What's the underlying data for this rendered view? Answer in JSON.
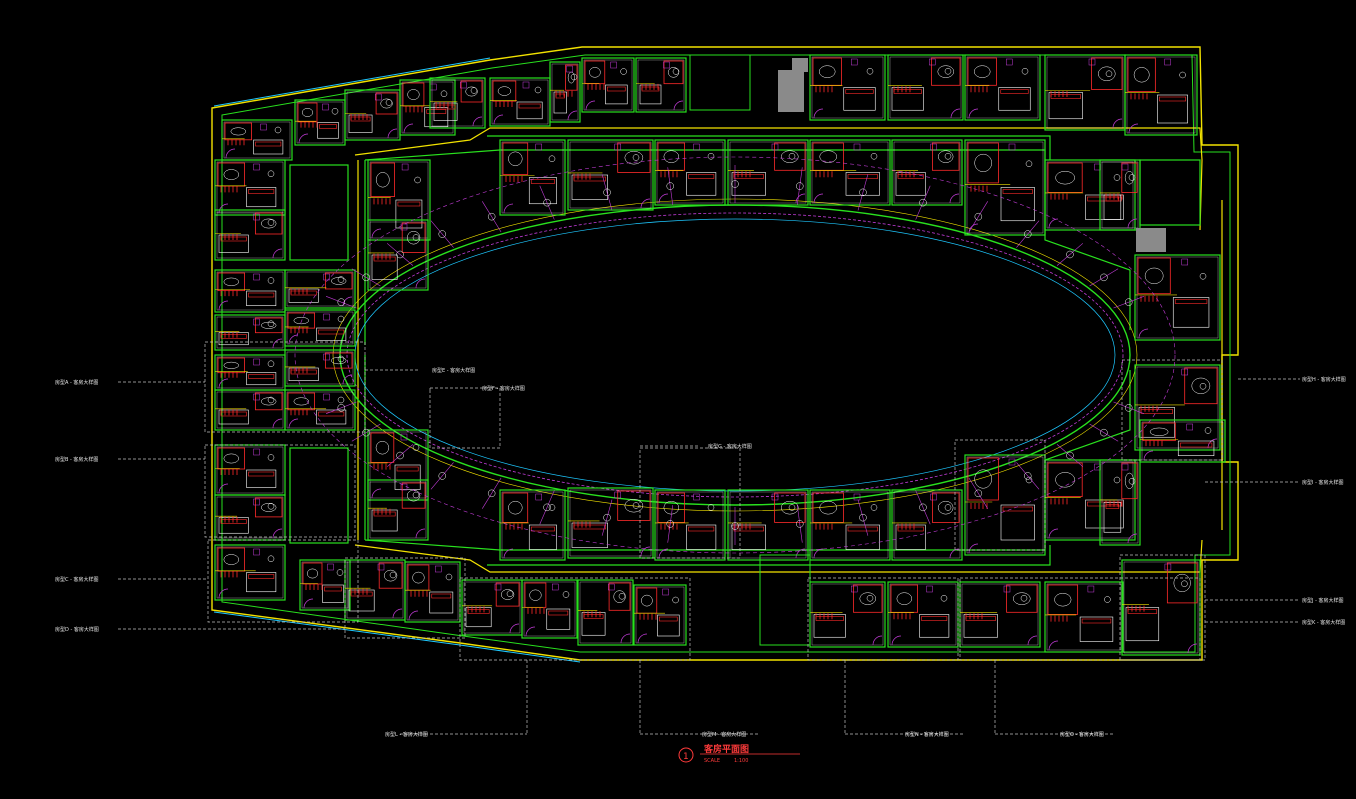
{
  "drawing": {
    "title": "客房平面图",
    "number": "1",
    "scale_label": "SCALE",
    "scale_value": "1:100"
  },
  "colors": {
    "background": "#000000",
    "wall": "#29e01e",
    "outline": "#f2e200",
    "furniture": "#ff2a2a",
    "door": "#c23cd8",
    "detail": "#ffffff",
    "glass": "#1ec8ff",
    "dash": "#bfbfbf",
    "title": "#ff3b3b"
  },
  "callouts": [
    {
      "id": "left-1",
      "text": "房型A - 客房大样图"
    },
    {
      "id": "left-2",
      "text": "房型B - 客房大样图"
    },
    {
      "id": "left-3",
      "text": "房型C - 客房大样图"
    },
    {
      "id": "left-4",
      "text": "房型D - 客房大样图"
    },
    {
      "id": "inner-1",
      "text": "房型E - 客房大样图"
    },
    {
      "id": "inner-2",
      "text": "房型F - 客房大样图"
    },
    {
      "id": "inner-3",
      "text": "房型G - 客房大样图"
    },
    {
      "id": "right-1",
      "text": "房型H - 客房大样图"
    },
    {
      "id": "right-2",
      "text": "房型I - 客房大样图"
    },
    {
      "id": "right-3",
      "text": "房型J - 客房大样图"
    },
    {
      "id": "right-4",
      "text": "房型K - 客房大样图"
    },
    {
      "id": "bottom-1",
      "text": "房型L - 客房大样图"
    },
    {
      "id": "bottom-2",
      "text": "房型M - 客房大样图"
    },
    {
      "id": "bottom-3",
      "text": "房型N - 客房大样图"
    },
    {
      "id": "bottom-4",
      "text": "房型O - 客房大样图"
    }
  ]
}
